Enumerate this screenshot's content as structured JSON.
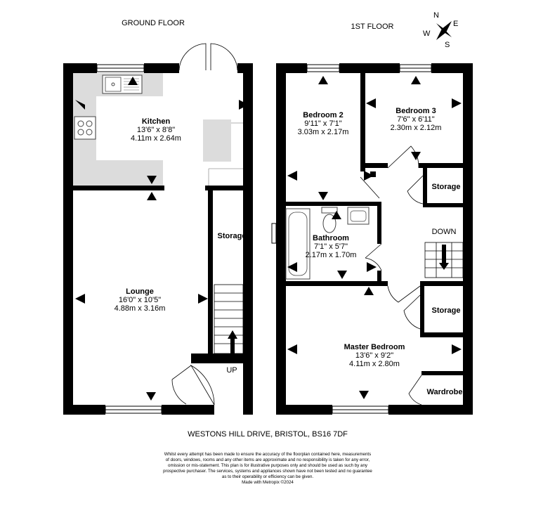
{
  "headings": {
    "ground_floor": "GROUND FLOOR",
    "first_floor": "1ST FLOOR"
  },
  "compass": {
    "n": "N",
    "s": "S",
    "e": "E",
    "w": "W"
  },
  "rooms": {
    "kitchen": {
      "name": "Kitchen",
      "imperial": "13'6\" x 8'8\"",
      "metric": "4.11m x 2.64m"
    },
    "lounge": {
      "name": "Lounge",
      "imperial": "16'0\" x 10'5\"",
      "metric": "4.88m x 3.16m"
    },
    "storage_ground": {
      "name": "Storage"
    },
    "bedroom2": {
      "name": "Bedroom 2",
      "imperial": "9'11\" x 7'1\"",
      "metric": "3.03m x 2.17m"
    },
    "bedroom3": {
      "name": "Bedroom 3",
      "imperial": "7'6\" x 6'11\"",
      "metric": "2.30m x 2.12m"
    },
    "bathroom": {
      "name": "Bathroom",
      "imperial": "7'1\" x 5'7\"",
      "metric": "2.17m x 1.70m"
    },
    "storage_upper": {
      "name": "Storage"
    },
    "storage_mid": {
      "name": "Storage"
    },
    "master": {
      "name": "Master Bedroom",
      "imperial": "13'6\" x 9'2\"",
      "metric": "4.11m x 2.80m"
    },
    "wardrobe": {
      "name": "Wardrobe"
    }
  },
  "stairs": {
    "up": "UP",
    "down": "DOWN"
  },
  "address": "WESTONS HILL DRIVE, BRISTOL, BS16 7DF",
  "disclaimer": [
    "Whilst every attempt has been made to ensure the accuracy of the floorplan contained here, measurements",
    "of doors, windows, rooms and any other items are approximate and no responsibility is taken for any error,",
    "omission or mis-statement. This plan is for illustrative purposes only and should be used as such by any",
    "prospective purchaser. The services, systems and appliances shown have not been tested and no guarantee",
    "as to their operability or efficiency can be given.",
    "Made with Metropix ©2024"
  ]
}
